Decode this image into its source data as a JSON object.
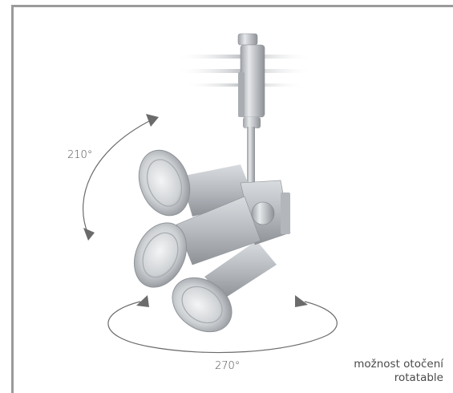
{
  "labels": {
    "vertical_angle": "210°",
    "horizontal_angle": "270°"
  },
  "caption": {
    "line1": "možnost otočení",
    "line2": "rotatable"
  },
  "colors": {
    "frame": "#9a9a9a",
    "arrow": "#6b6b6b",
    "metal": "#c9ccd0",
    "text": "#4a4a4a"
  }
}
